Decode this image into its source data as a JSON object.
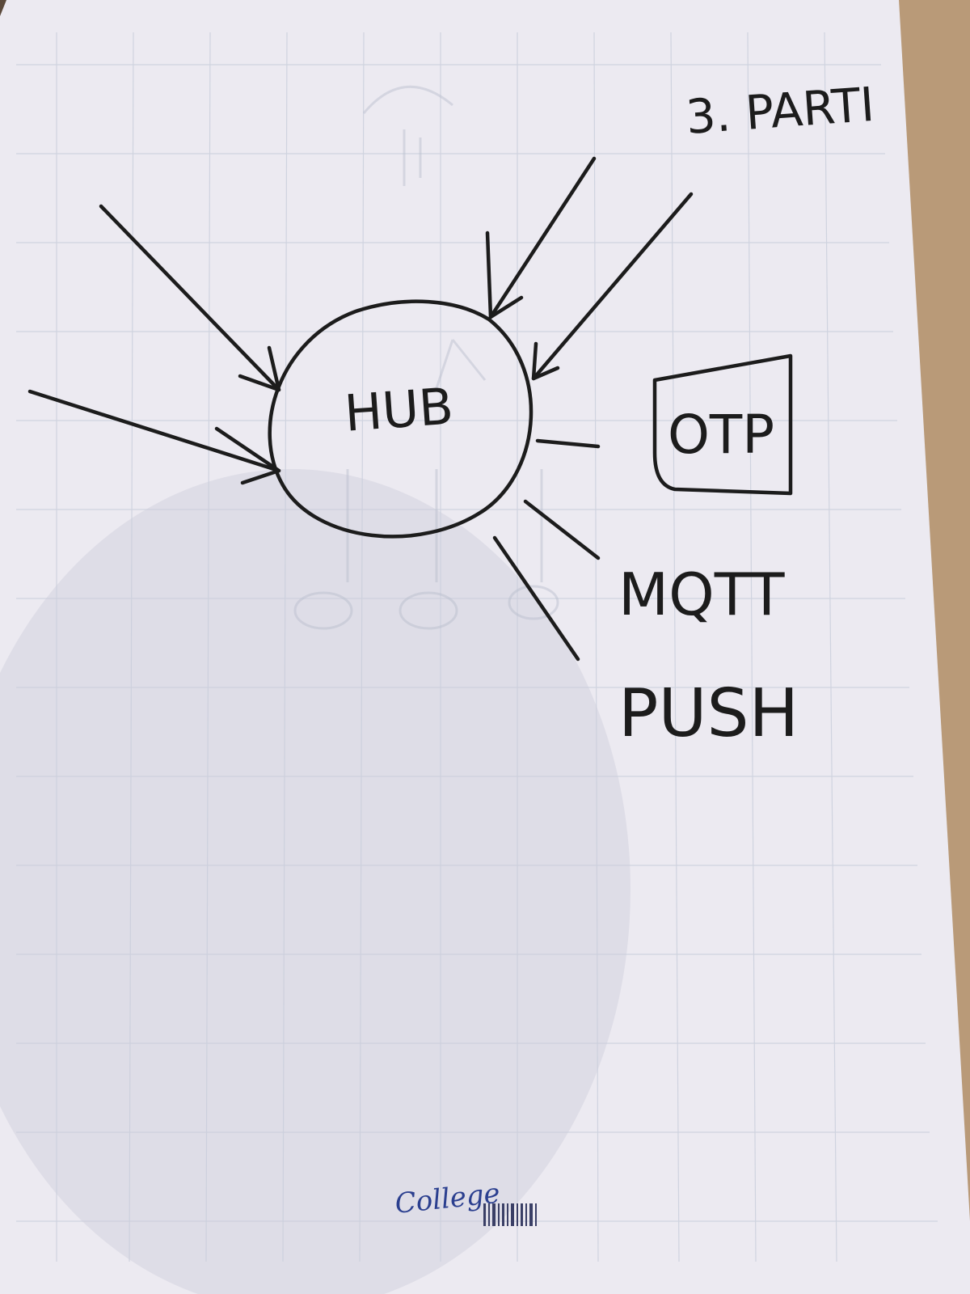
{
  "diagram": {
    "hub": {
      "label": "HUB"
    },
    "third_party": {
      "label": "3. PARTI"
    },
    "outputs": [
      {
        "label": "OTP",
        "boxed": true
      },
      {
        "label": "MQTT",
        "boxed": false
      },
      {
        "label": "PUSH",
        "boxed": false
      }
    ]
  },
  "paper": {
    "brand": "College",
    "ink_color": "#1c1c1c",
    "paper_color": "#eceaf1",
    "grid_color": "#c9cedb"
  }
}
